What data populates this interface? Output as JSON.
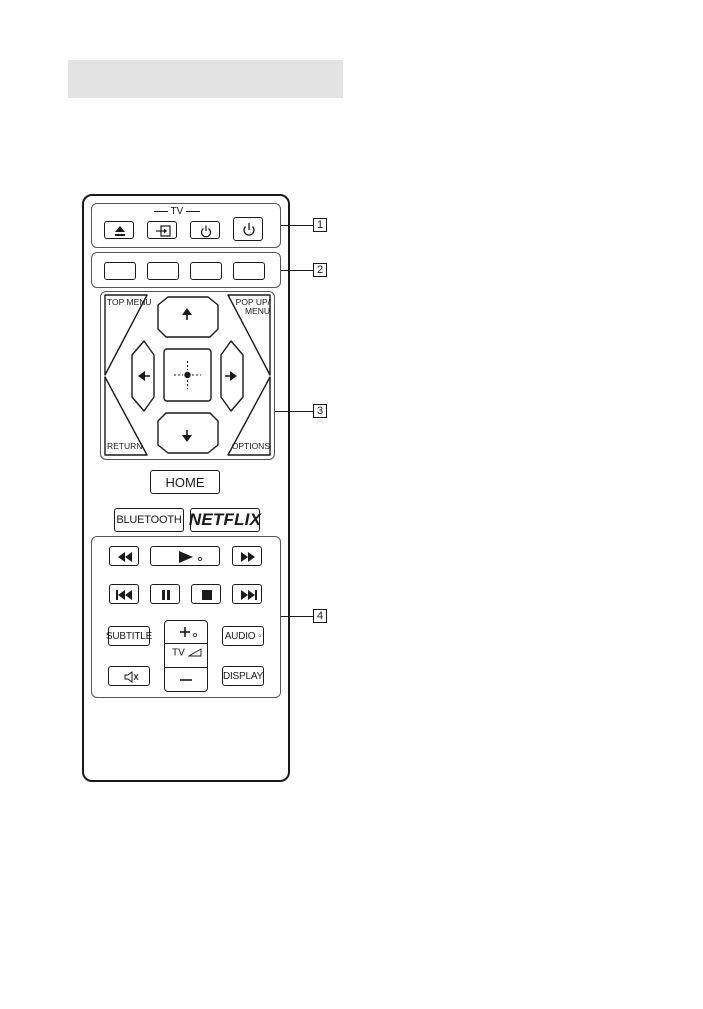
{
  "tv_label": "TV",
  "top_menu_label": "TOP MENU",
  "popup_menu_label": "POP UP/\nMENU",
  "return_label": "RETURN",
  "options_label": "OPTIONS",
  "home_label": "HOME",
  "bluetooth_label": "BLUETOOTH",
  "netflix_label": "NETFLIX",
  "subtitle_label": "SUBTITLE",
  "audio_label": "AUDIO ◦",
  "display_label": "DISPLAY",
  "volume_tv_label": "TV",
  "callouts": [
    "1",
    "2",
    "3",
    "4"
  ],
  "colors": {
    "outline": "#1a1a1a",
    "header_bar": "#e3e3e3",
    "panel_border": "#555555"
  }
}
